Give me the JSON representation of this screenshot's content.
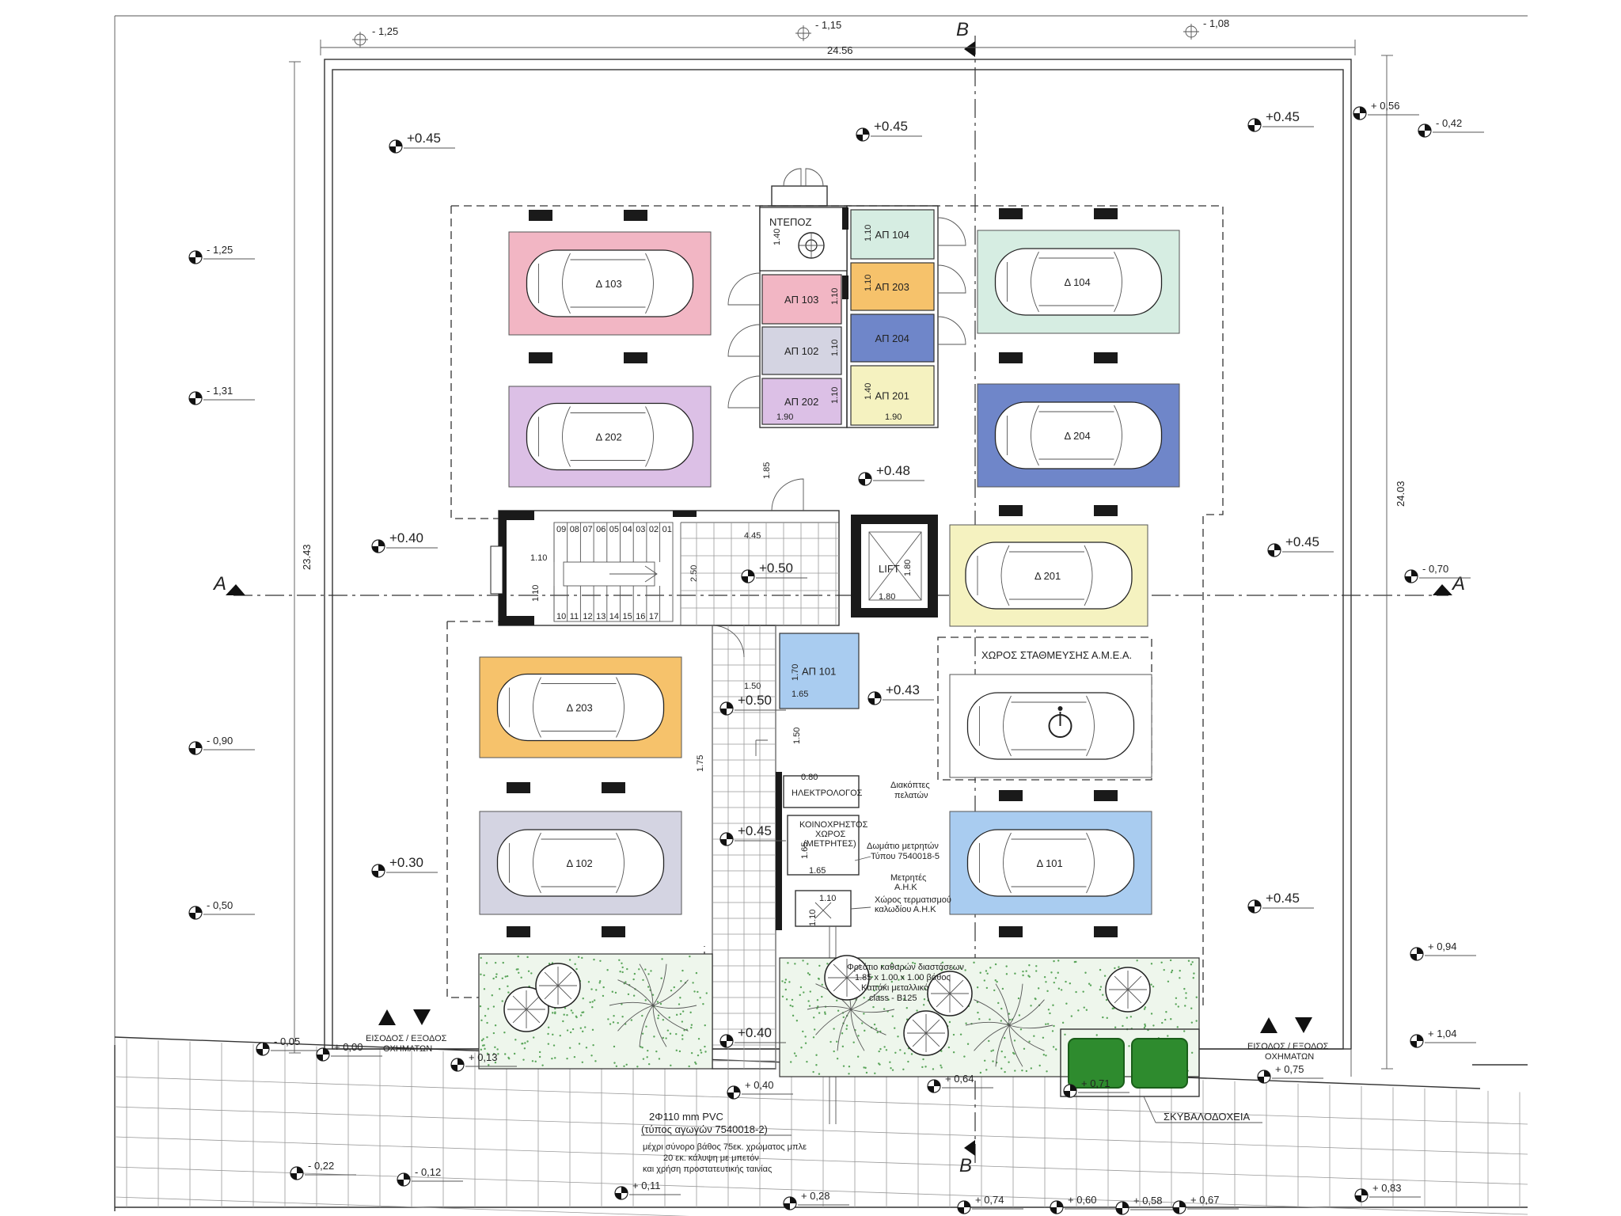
{
  "section_marks": {
    "a": "A",
    "b": "B"
  },
  "top_dims": {
    "total": "24.56",
    "left": "- 1,25",
    "mid": "- 1,15",
    "right": "- 1,08"
  },
  "side_dims": {
    "left_total": "23.43",
    "right_total": "24.03"
  },
  "parking": [
    {
      "id": "Δ 103",
      "color": "#f2b6c4"
    },
    {
      "id": "Δ 202",
      "color": "#dcc0e6"
    },
    {
      "id": "Δ 104",
      "color": "#d6ede2"
    },
    {
      "id": "Δ 204",
      "color": "#6f86c9"
    },
    {
      "id": "Δ 201",
      "color": "#f5f2c0"
    },
    {
      "id": "Δ 203",
      "color": "#f6c26b"
    },
    {
      "id": "Δ 102",
      "color": "#d4d4e2"
    },
    {
      "id": "Δ 101",
      "color": "#a9ccf0"
    },
    {
      "id": "",
      "color": "#ffffff"
    }
  ],
  "storage": [
    {
      "id": "ΑΠ 104",
      "color": "#d6ede2"
    },
    {
      "id": "ΑΠ 203",
      "color": "#f6c26b"
    },
    {
      "id": "ΑΠ 204",
      "color": "#6f86c9"
    },
    {
      "id": "ΑΠ 201",
      "color": "#f5f2c0"
    },
    {
      "id": "ΑΠ 103",
      "color": "#f2b6c4"
    },
    {
      "id": "ΑΠ 102",
      "color": "#d4d4e2"
    },
    {
      "id": "ΑΠ 202",
      "color": "#dcc0e6"
    },
    {
      "id": "ΑΠ 101",
      "color": "#a9ccf0"
    }
  ],
  "room_labels": {
    "ntepoz": "ΝΤΕΠΟΖ",
    "lift": "LIFT",
    "disabled_parking": "ΧΩΡΟΣ ΣΤΑΘΜΕΥΣΗΣ Α.Μ.Ε.Α.",
    "electrician": "ΗΛΕΚΤΡΟΛΟΓΟΣ",
    "common_1": "ΚΟΙΝΟΧΡΗΣΤΟΣ",
    "common_2": "ΧΩΡΟΣ",
    "common_3": "(ΜΕΤΡΗΤΕΣ)",
    "bins": "ΣΚΥΒΑΛΟΔΟΧΕΙΑ"
  },
  "notes": {
    "breakers_1": "Διακόπτες",
    "breakers_2": "πελατών",
    "meter_room_1": "Δωμάτιο μετρητών",
    "meter_room_2": "Τύπου 7540018-5",
    "meters_1": "Μετρητές",
    "meters_2": "Α.Η.Κ",
    "cable_1": "Χώρος τερματισμού",
    "cable_2": "καλωδίου Α.Η.Κ",
    "manhole_1": "Φρεάτιο καθαρών διαστάσεων",
    "manhole_2": "1.85 x 1.00 x 1.00 βάθος",
    "manhole_3": "Καπάκι μεταλλικό",
    "manhole_4": "class - B125",
    "pipe_1": "2Φ110 mm PVC",
    "pipe_2": "(τύπος αγωγών 7540018-2)",
    "pipe_3": "μέχρι σύνορο βάθος 75εκ. χρώματος μπλε",
    "pipe_4": "20 εκ. κάλυψη με μπετόν",
    "pipe_5": "και χρήση προστατευτικής ταινίας",
    "entrance_1": "ΕΙΣΟΔΟΣ / ΕΞΟΔΟΣ",
    "entrance_2": "ΟΧΗΜΑΤΩΝ"
  },
  "levels": {
    "l1": "+0.45",
    "l2": "+0.45",
    "l3": "+0.45",
    "l4": "+0.48",
    "l5": "+0.40",
    "l6": "+0.50",
    "l7": "+0.45",
    "l8": "+0.43",
    "l9": "+0.50",
    "l10": "+0.45",
    "l11": "+0.30",
    "l12": "+0.45",
    "l13": "+0.40"
  },
  "outer_levels": {
    "e1": "- 1,25",
    "e2": "- 1,31",
    "e3": "- 0,90",
    "e4": "- 0,50",
    "e5": "+ 0,56",
    "e6": "- 0,42",
    "e7": "- 0,70",
    "e8": "+ 0,94",
    "e9": "+ 1,04",
    "e10": "- 0,05",
    "e11": "+ 0,00",
    "e12": "+ 0,13",
    "e13": "+ 0,40",
    "e14": "+ 0,64",
    "e15": "+ 0,71",
    "e16": "+ 0,75",
    "e17": "- 0,22",
    "e18": "- 0,12",
    "e19": "+ 0,11",
    "e20": "+ 0,28",
    "e21": "+ 0,74",
    "e22": "+ 0,60",
    "e23": "+ 0,58",
    "e24": "+ 0,67",
    "e25": "+ 0,83"
  },
  "inner_dims": {
    "d1": "1.40",
    "d2": "1.10",
    "d3": "1.10",
    "d4": "1.10",
    "d5": "1.10",
    "d6": "1.10",
    "d7": "1.40",
    "d8": "1.90",
    "d9": "1.90",
    "d10": "1.85",
    "d11": "4.45",
    "d12": "2.50",
    "d13": "1.10",
    "d14": "1.10",
    "d15": "1.80",
    "d16": "1.80",
    "d17": "1.70",
    "d18": "1.65",
    "d19": "1.50",
    "d20": "1.75",
    "d21": "1.50",
    "d22": "0.80",
    "d23": "1.65",
    "d24": "1.65",
    "d25": "1.10",
    "d26": "1.10"
  },
  "stair_numbers": [
    "09",
    "08",
    "07",
    "06",
    "05",
    "04",
    "03",
    "02",
    "01",
    "10",
    "11",
    "12",
    "13",
    "14",
    "15",
    "16",
    "17"
  ]
}
